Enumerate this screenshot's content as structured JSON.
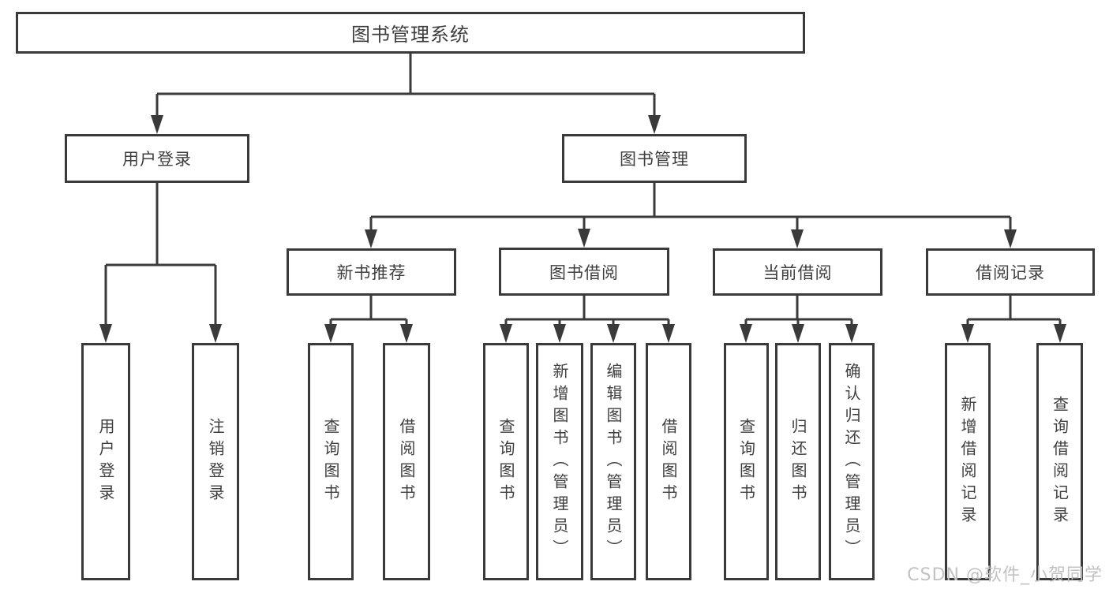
{
  "root": {
    "label": "图书管理系统"
  },
  "level2": {
    "user_login": {
      "label": "用户登录"
    },
    "book_mgmt": {
      "label": "图书管理"
    }
  },
  "level3": {
    "new_book_rec": {
      "label": "新书推荐"
    },
    "book_borrow": {
      "label": "图书借阅"
    },
    "current_borrow": {
      "label": "当前借阅"
    },
    "borrow_records": {
      "label": "借阅记录"
    }
  },
  "leaves": {
    "user_login": [
      {
        "label": "用户登录"
      },
      {
        "label": "注销登录"
      }
    ],
    "new_book_rec": [
      {
        "label": "查询图书"
      },
      {
        "label": "借阅图书"
      }
    ],
    "book_borrow": [
      {
        "label": "查询图书"
      },
      {
        "label": "新增图书（管理员）"
      },
      {
        "label": "编辑图书（管理员）"
      },
      {
        "label": "借阅图书"
      }
    ],
    "current_borrow": [
      {
        "label": "查询图书"
      },
      {
        "label": "归还图书"
      },
      {
        "label": "确认归还（管理员）"
      }
    ],
    "borrow_records": [
      {
        "label": "新增借阅记录"
      },
      {
        "label": "查询借阅记录"
      }
    ]
  },
  "watermark": {
    "text": "CSDN @软件_小贺同学"
  },
  "colors": {
    "line": "#3a3a3a",
    "text": "#3f3f3f",
    "background": "#ffffff",
    "watermark": "#c2c2c2"
  }
}
